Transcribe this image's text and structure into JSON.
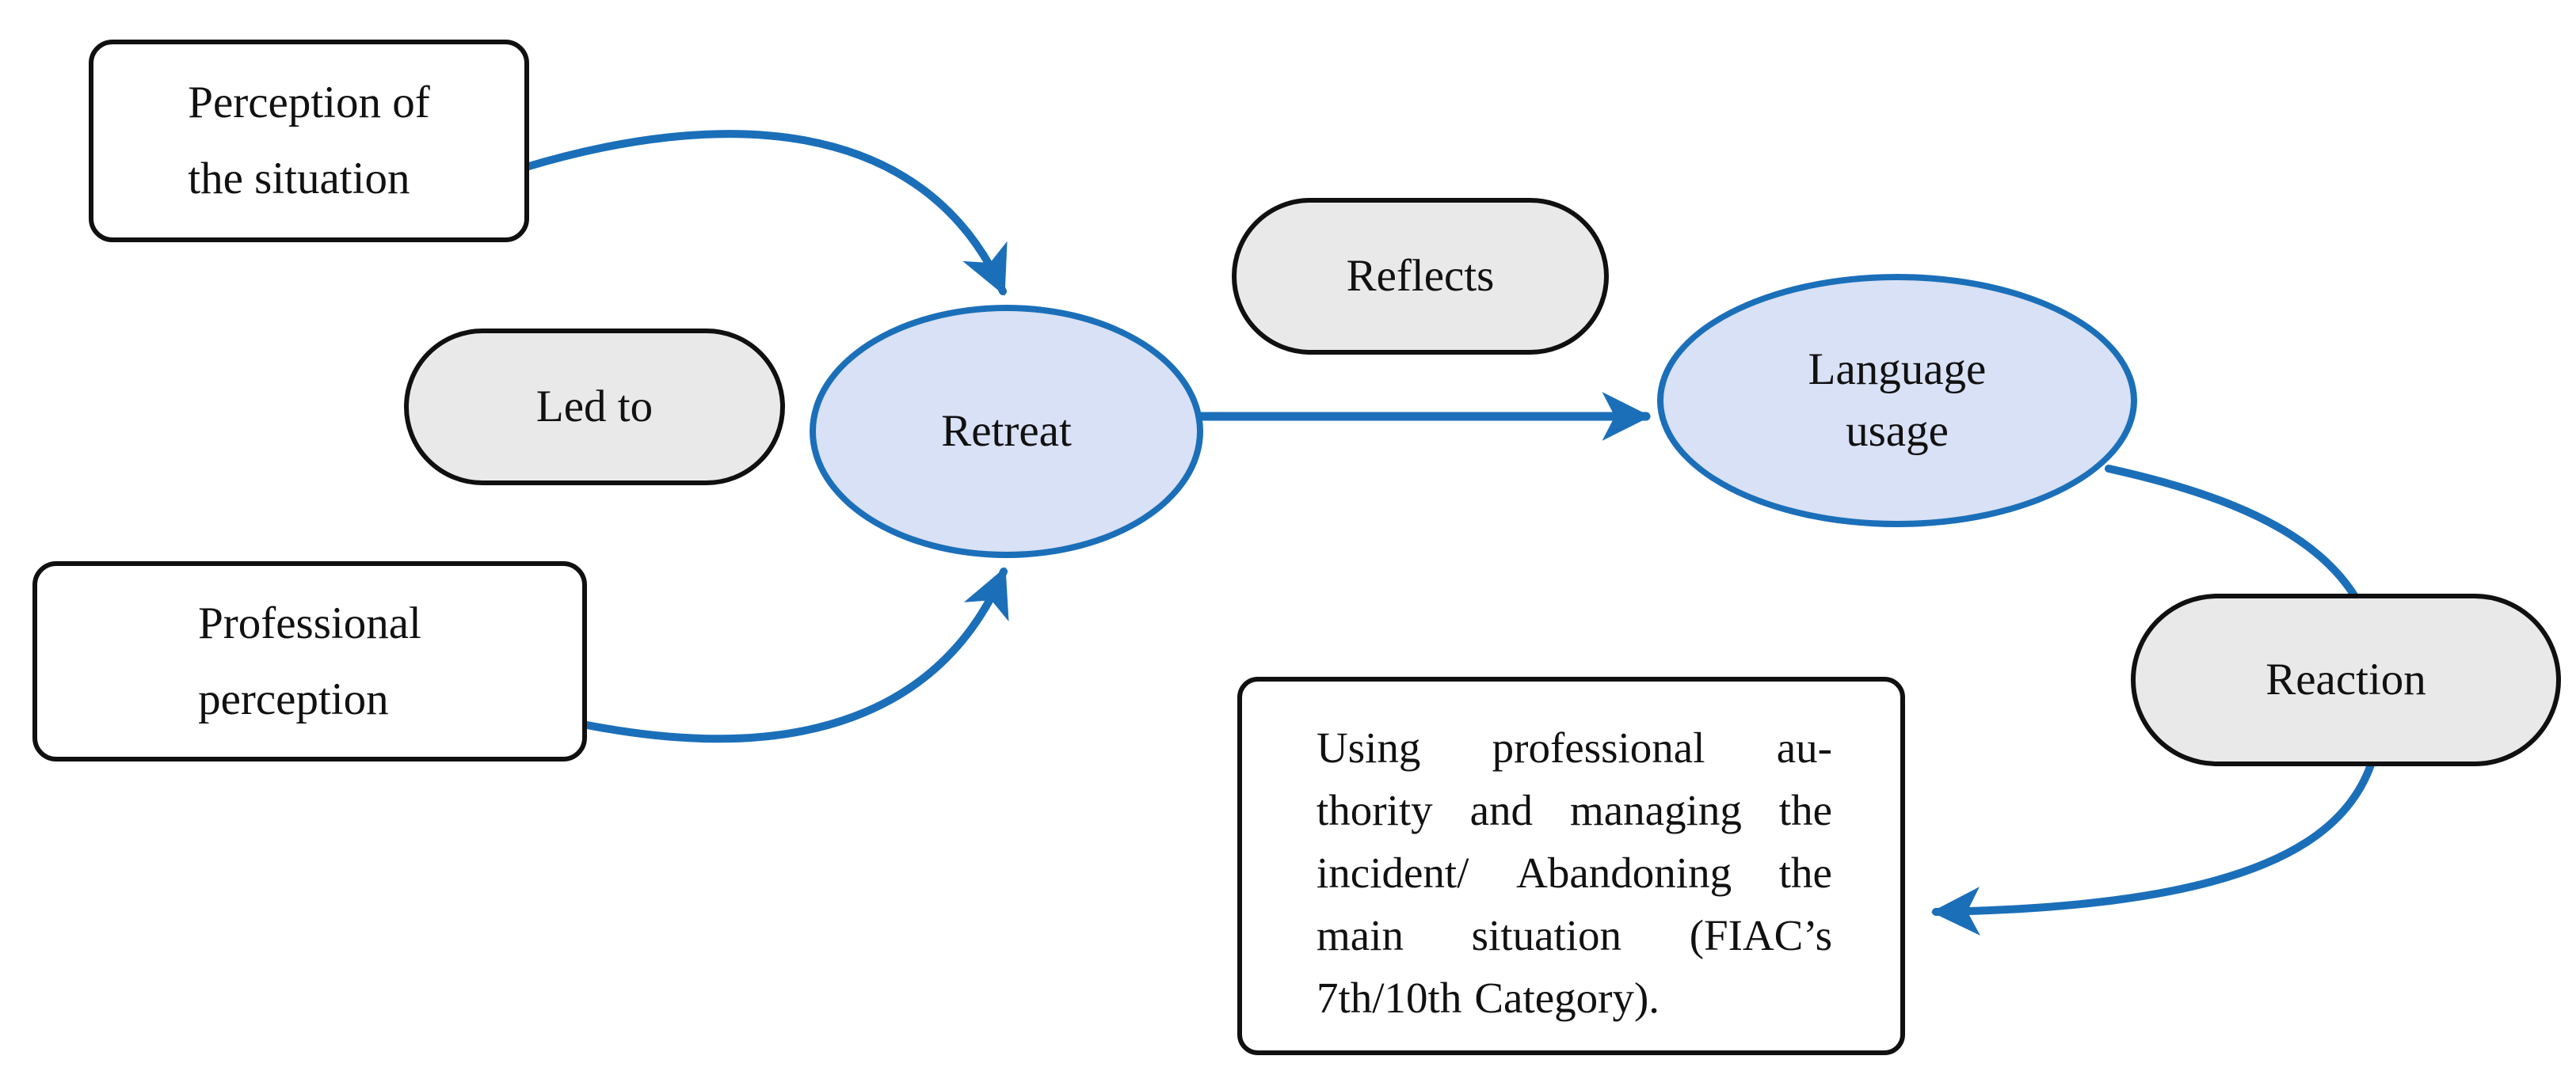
{
  "diagram_title": "Retreat / language usage flow diagram",
  "colors": {
    "canvas_bg": "#ffffff",
    "arrow_blue": "#1b6fb9",
    "node_stroke_blue": "#1b6fb9",
    "node_fill_blue": "#d8e1f5",
    "pill_fill": "#e9e9e9",
    "border_black": "#101010"
  },
  "nodes": {
    "perception_box": {
      "lines": [
        "Perception of",
        "the situation"
      ]
    },
    "professional_box": {
      "lines": [
        "Professional",
        "perception"
      ]
    },
    "led_to_pill": {
      "label": "Led to"
    },
    "reflects_pill": {
      "label": "Reflects"
    },
    "reaction_pill": {
      "label": "Reaction"
    },
    "retreat_ellipse": {
      "label": "Retreat"
    },
    "language_ellipse": {
      "lines": [
        "Language",
        "usage"
      ]
    },
    "fiac_textbox": {
      "lines": [
        "Using professional au-",
        "thority and managing the",
        "incident/ Abandoning the",
        "main situation (FIAC’s",
        "7th/10th Category)."
      ],
      "full_text": "Using professional authority and managing the incident/ Abandoning the main situation (FIAC’s 7th/10th Category)."
    }
  },
  "edges": [
    {
      "from": "Perception of the situation",
      "to": "Retreat"
    },
    {
      "from": "Professional perception",
      "to": "Retreat"
    },
    {
      "from": "Retreat",
      "to": "Language usage"
    },
    {
      "from": "Language usage",
      "to": "Using professional authority / Abandoning outcome",
      "via": "Reaction"
    }
  ]
}
